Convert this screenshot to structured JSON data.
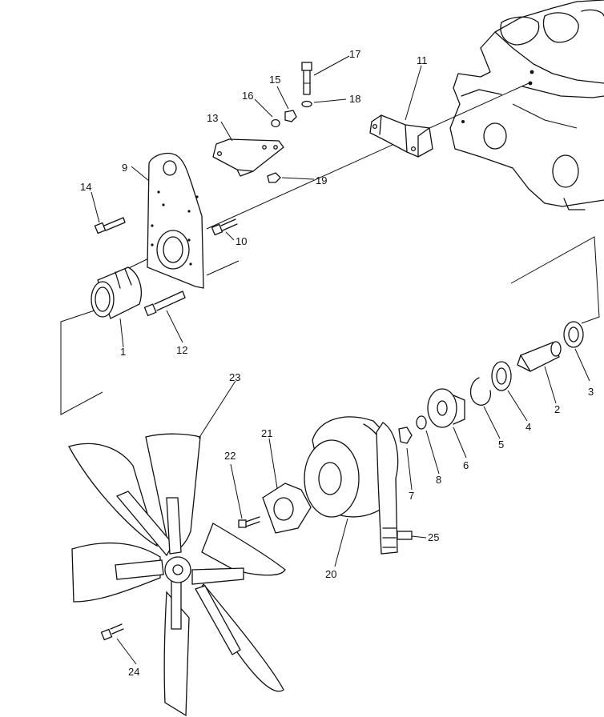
{
  "callouts": [
    {
      "id": "1",
      "label": "1"
    },
    {
      "id": "2",
      "label": "2"
    },
    {
      "id": "3",
      "label": "3"
    },
    {
      "id": "4",
      "label": "4"
    },
    {
      "id": "5",
      "label": "5"
    },
    {
      "id": "6",
      "label": "6"
    },
    {
      "id": "7",
      "label": "7"
    },
    {
      "id": "8",
      "label": "8"
    },
    {
      "id": "9",
      "label": "9"
    },
    {
      "id": "10",
      "label": "10"
    },
    {
      "id": "11",
      "label": "11"
    },
    {
      "id": "12",
      "label": "12"
    },
    {
      "id": "13",
      "label": "13"
    },
    {
      "id": "14",
      "label": "14"
    },
    {
      "id": "15",
      "label": "15"
    },
    {
      "id": "16",
      "label": "16"
    },
    {
      "id": "17",
      "label": "17"
    },
    {
      "id": "18",
      "label": "18"
    },
    {
      "id": "19",
      "label": "19"
    },
    {
      "id": "20",
      "label": "20"
    },
    {
      "id": "21",
      "label": "21"
    },
    {
      "id": "22",
      "label": "22"
    },
    {
      "id": "23",
      "label": "23"
    },
    {
      "id": "24",
      "label": "24"
    },
    {
      "id": "25",
      "label": "25"
    }
  ]
}
